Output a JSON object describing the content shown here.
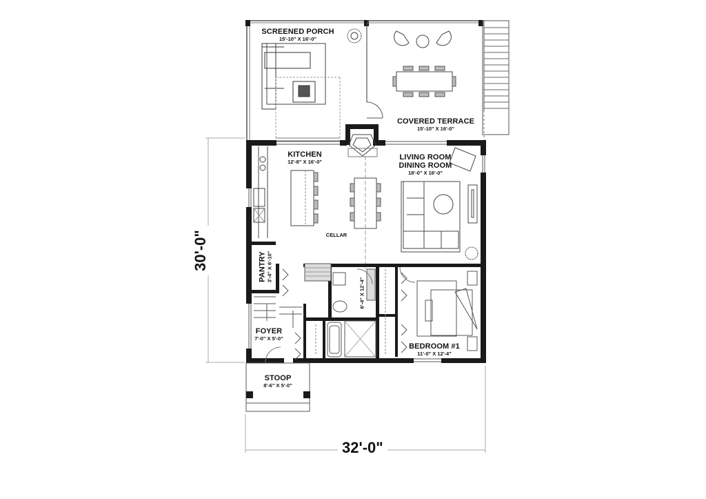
{
  "plan": {
    "overall_width": "32'-0\"",
    "overall_depth": "30'-0\"",
    "rooms": [
      {
        "id": "screened-porch",
        "name": "SCREENED PORCH",
        "size": "15'-10\" X 16'-0\""
      },
      {
        "id": "covered-terrace",
        "name": "COVERED TERRACE",
        "size": "15'-10\" X 16'-0\""
      },
      {
        "id": "kitchen",
        "name": "KITCHEN",
        "size": "12'-8\" X 16'-0\""
      },
      {
        "id": "living-dining",
        "name": "LIVING ROOM",
        "name2": "DINING ROOM",
        "size": "18'-0\" X 16'-0\""
      },
      {
        "id": "pantry",
        "name": "PANTRY",
        "size": "3'-4\" X 6'-10\""
      },
      {
        "id": "bathroom",
        "name": "",
        "size": "6'-4\" X 12'-4\""
      },
      {
        "id": "foyer",
        "name": "FOYER",
        "size": "7'-0\" X 5'-0\""
      },
      {
        "id": "bedroom-1",
        "name": "BEDROOM #1",
        "size": "11'-0\" X 12'-4\""
      },
      {
        "id": "stoop",
        "name": "STOOP",
        "size": "8'-6\" X 5'-0\""
      }
    ],
    "annotations": {
      "cellar": "CELLAR"
    },
    "colors": {
      "wall": "#1a1a1a",
      "line": "#333333",
      "light": "#999999",
      "dim_line": "#aaaaaa"
    }
  }
}
